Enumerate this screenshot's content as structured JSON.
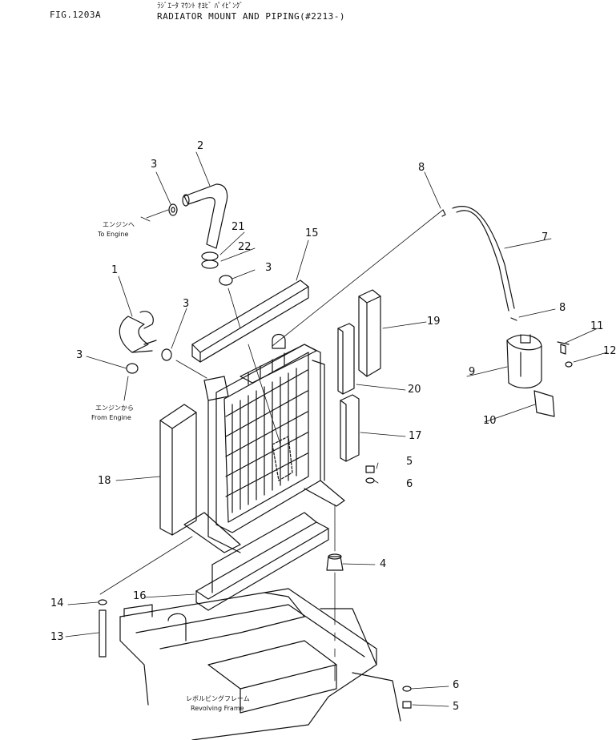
{
  "header": {
    "fig_number": "FIG.1203A",
    "title_jp": "ﾗｼﾞｴｰﾀ ﾏｳﾝﾄ ｵﾖﾋﾞ ﾊﾟｲﾋﾟﾝｸﾞ",
    "title": "RADIATOR MOUNT AND PIPING(#2213-)"
  },
  "annotations": {
    "to_engine_jp": "エンジンへ",
    "to_engine": "To Engine",
    "from_engine_jp": "エンジンから",
    "from_engine": "From Engine",
    "revolving_frame_jp": "レボルビングフレーム",
    "revolving_frame": "Revolving Frame"
  },
  "callouts": [
    "1",
    "2",
    "3",
    "3",
    "3",
    "3",
    "4",
    "5",
    "5",
    "6",
    "6",
    "7",
    "8",
    "8",
    "9",
    "10",
    "11",
    "12",
    "13",
    "14",
    "15",
    "16",
    "17",
    "18",
    "19",
    "20",
    "21",
    "22"
  ]
}
